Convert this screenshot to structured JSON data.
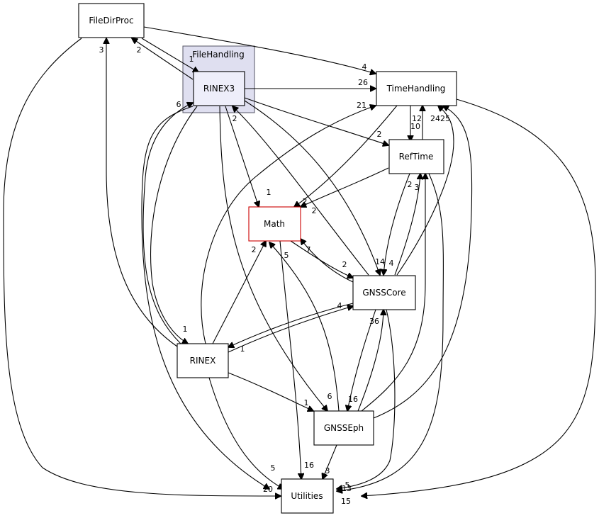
{
  "colors": {
    "cluster_fill": "#dfdff0",
    "cluster_border": "#555566",
    "highlight_fill": "#eeeefa",
    "node_fill": "#ffffff",
    "node_border": "#000000",
    "math_border": "#cc0000",
    "edge": "#000000"
  },
  "cluster": {
    "label": "FileHandling"
  },
  "nodes": {
    "filedirproc": "FileDirProc",
    "rinex3": "RINEX3",
    "timehandling": "TimeHandling",
    "reftime": "RefTime",
    "math": "Math",
    "gnsscore": "GNSSCore",
    "rinex": "RINEX",
    "gnsseph": "GNSSEph",
    "utilities": "Utilities"
  },
  "edge_labels": [
    "1",
    "2",
    "3",
    "4",
    "26",
    "21",
    "6",
    "2",
    "2",
    "1",
    "12",
    "10",
    "24",
    "25",
    "2",
    "2",
    "2",
    "3",
    "7",
    "2",
    "14",
    "4",
    "2",
    "5",
    "4",
    "36",
    "1",
    "1",
    "1",
    "6",
    "16",
    "5",
    "16",
    "3",
    "20",
    "5",
    "13",
    "15"
  ]
}
